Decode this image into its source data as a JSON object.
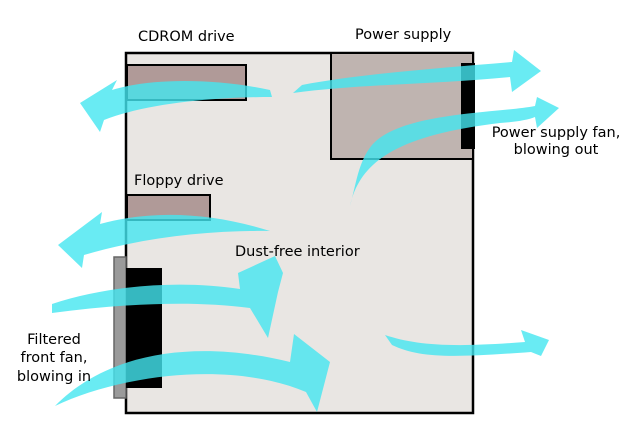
{
  "labels": {
    "cdrom": "CDROM drive",
    "power_supply": "Power supply",
    "floppy": "Floppy drive",
    "interior": "Dust-free interior",
    "psu_fan_line1": "Power supply fan,",
    "psu_fan_line2": "blowing out",
    "front_fan_line1": "Filtered",
    "front_fan_line2": "front fan,",
    "front_fan_line3": "blowing in"
  },
  "colors": {
    "case_fill": "#e9e6e3",
    "component_fill": "#bfb4b0",
    "drive_fill": "#b09a98",
    "fan_black": "#000000",
    "filter_gray": "#999999",
    "airflow": "#44e6f0"
  }
}
